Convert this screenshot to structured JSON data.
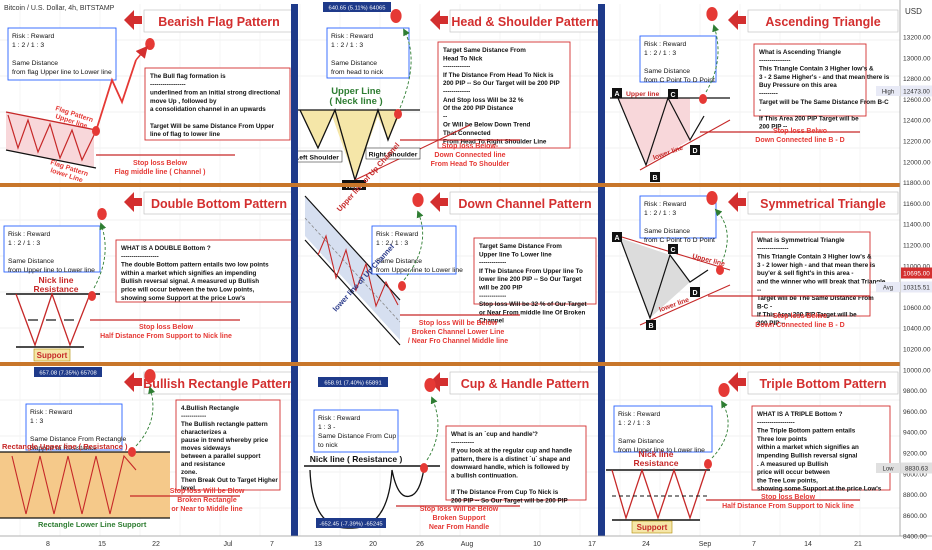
{
  "header": {
    "symbol": "Bitcoin / U.S. Dollar, 4h, BITSTAMP",
    "currency": "USD"
  },
  "price_axis": {
    "ticks": [
      "13200.00",
      "13000.00",
      "12800.00",
      "12600.00",
      "12400.00",
      "12200.00",
      "12000.00",
      "11800.00",
      "11600.00",
      "11400.00",
      "11200.00",
      "11000.00",
      "10800.00",
      "10600.00",
      "10400.00",
      "10200.00",
      "10000.00",
      "9800.00",
      "9600.00",
      "9400.00",
      "9200.00",
      "9000.00",
      "8800.00",
      "8600.00",
      "8400.00"
    ],
    "high_label": "High",
    "high_value": "12473.00",
    "last_value": "10695.00",
    "avg_label": "Avg",
    "avg_value": "10315.51",
    "low_label": "Low",
    "low_value": "8830.63"
  },
  "time_axis": {
    "labels": [
      "8",
      "15",
      "22",
      "Jul",
      "7",
      "13",
      "20",
      "26",
      "Aug",
      "10",
      "17",
      "24",
      "Sep",
      "7",
      "14",
      "21"
    ]
  },
  "chart_data": {
    "type": "table",
    "title": "",
    "grid": true,
    "panels": [
      {
        "title": "Bearish Flag Pattern",
        "risk": [
          "Risk : Reward",
          "1 : 2 / 1 : 3",
          "",
          "Same Distance",
          "from flag Upper line  to Lower line"
        ],
        "note": [
          "The Bull flag formation is",
          "-----------------",
          "underlined from an initial strong directional",
          "move Up , followed by",
          "a consolidation channel in an upwards",
          "",
          "Target Will be same Distance From Upper",
          "line of flag to lower line"
        ],
        "labels": [
          "Flag Pattern",
          "Upper line",
          "Flag Pattern",
          "lower Line"
        ],
        "stop": [
          "Stop loss Below",
          "Flag middle line ( Channel )"
        ]
      },
      {
        "title": "Head & Shoulder Pattern",
        "risk": [
          "Risk : Reward",
          "1 : 2 / 1 : 3",
          "",
          "Same Distance",
          "from head to nick"
        ],
        "note": [
          "Target  Same Distance From",
          "Head To Nick",
          "-------------",
          "If The Distance From Head To Nick  is",
          "200 PIP -- So Our Target will be 200 PIP",
          "-------------",
          "And Stop loss Will be 32 %",
          "Of the 200 PIP Distance",
          "--",
          "Or Will be Below Down Trend",
          "That Connected",
          "From Head To Right Shoulder Line"
        ],
        "labels": [
          "Upper Line",
          "( Neck line )",
          "Left Shoulder",
          "Right Shoulder",
          "Head"
        ],
        "stop": [
          "Stop loss Below-",
          "Down Connected line",
          "From Head To Shoulder"
        ],
        "top_badge": "640.65 (5.11%) 64065"
      },
      {
        "title": "Ascending Triangle",
        "risk": [
          "Risk : Reward",
          "1 : 2 / 1 : 3",
          "",
          "Same Distance",
          "from C Point To D Point"
        ],
        "note": [
          "What is Ascending Triangle",
          "---------------",
          "This Triangle Contain 3 Higher low's &",
          "3 - 2 Same Higher's - and that mean there is",
          "Buy Pressure  on this area",
          "---------",
          "Target will be The Same Distance From B-C",
          "-",
          "If This Area 200 PIP  Target will be",
          "200 PIP --"
        ],
        "labels": [
          "Upper line",
          "lower line",
          "A",
          "B",
          "C",
          "D"
        ],
        "stop": [
          "Stop loss Belwo",
          "Down Connected line  B - D"
        ]
      },
      {
        "title": "Double Bottom Pattern",
        "risk": [
          "Risk : Reward",
          "1 : 2 / 1 : 3",
          "",
          "Same Distance",
          "from Upper line  to Lower line"
        ],
        "note": [
          "WHAT IS A DOUBLE Bottom ?",
          "------------------",
          "The double Bottom pattern entails two low points",
          "within a market which signifies an impending",
          "Bullish reversal signal. A measured up Bullish",
          "price will occur between the two Low points,",
          "showing some Support at the price Low's"
        ],
        "labels": [
          "Nick line",
          "Resistance",
          "Support"
        ],
        "stop": [
          "Stop loss Below",
          "Half Distance From Support to Nick line"
        ]
      },
      {
        "title": "Down Channel Pattern",
        "risk": [
          "Risk : Reward",
          "1 : 2 / 1 : 3",
          "",
          "Same Distance",
          "from Upper line  to Lower line"
        ],
        "note": [
          "Target  Same Distance From",
          "Upper line To Lower line",
          "-------------",
          "If The Distance From Upper line To",
          "lower line 200 PIP -- So Our Target",
          "will be 200 PIP",
          "-------------",
          "Stop loss Will be 32 % of Our Target",
          "or Near From middle line Of Broken",
          "Channel"
        ],
        "labels": [
          "Upper line of Up Channel",
          "lower line of Up Channel"
        ],
        "stop": [
          "Stop loss Will be Below",
          "Broken Channel Lower Line",
          "/ Near Fro Channel Middle line"
        ]
      },
      {
        "title": "Symmetrical Triangle",
        "risk": [
          "Risk : Reward",
          "1 : 2 / 1 : 3",
          "",
          "Same Distance",
          "from C Point To D Point"
        ],
        "note": [
          "What is Symmetrical Triangle",
          "---------------",
          "This Triangle Contain 3 Higher low's &",
          "3 - 2 lower high - and that mean there is",
          "buy'er & sell fight's in this area -",
          "and the winner who will break that Triangle",
          "--",
          "Target will be The Same Distance From",
          "B-C -",
          "If This Area 200 PIP  Target will be",
          "200 PIP --"
        ],
        "labels": [
          "Upper line",
          "lower line",
          "A",
          "B",
          "C",
          "D"
        ],
        "stop": [
          "Stop loss Belwo",
          "Down Connected line  B - D"
        ]
      },
      {
        "title": "Bullish Rectangle Pattern",
        "risk": [
          "Risk : Reward",
          "1 : 3",
          "",
          "Same Distance From Rectangle",
          "Support to Resistance"
        ],
        "note": [
          "4.Bullish Rectangle",
          "------------",
          "The Bullish rectangle pattern",
          "characterizes a",
          "pause in trend whereby price",
          "moves sideways",
          "between a parallel support",
          "and resistance",
          "zone.",
          "Then Break Out to Target Higher",
          "level"
        ],
        "labels": [
          "Rectangle Upper line ( Resistance )",
          "Rectangle Lower Line Support"
        ],
        "stop": [
          "Stop loss Will be Blow",
          "Broken Rectangle",
          "or Near to Middle line"
        ],
        "top_badge": "657.08 (7.35%) 65708"
      },
      {
        "title": "Cup & Handle Pattern",
        "risk": [
          "Risk : Reward",
          "1 : 3 -",
          "Same Distance From Cup",
          "to nick"
        ],
        "note": [
          "What is an `cup and handle'?",
          "-----------",
          "If you look at the regular cup and handle",
          "pattern, there is a distinct `u` shape and",
          "downward handle, which is followed by",
          "a bullish continuation.",
          "",
          "If The Distance From Cup To Nick  is",
          "200 PIP -- So Our Target will be 200 PIP"
        ],
        "labels": [
          "Nick line ( Resistance )"
        ],
        "stop": [
          "Stop loss Will be Below",
          "Broken Support",
          "Near From Handle"
        ],
        "top_badge": "658.91 (7.40%) 65891",
        "bottom_badge": "-652.45 (-7.39%) -65245"
      },
      {
        "title": "Triple Bottom Pattern",
        "risk": [
          "Risk : Reward",
          "1 : 2 / 1 : 3",
          "",
          "Same Distance",
          "from Upper line  to Lower line"
        ],
        "note": [
          "WHAT IS A TRIPLE Bottom ?",
          "------------------",
          "The Triple Bottom pattern entails",
          "Three low points",
          "within a market which signifies an",
          "impending Bullish reversal signal",
          ". A measured up Bullish",
          "price will occur between",
          "the Tree Low points,",
          "showing some Support at the price Low's"
        ],
        "labels": [
          "Nick line",
          "Resistance",
          "Support"
        ],
        "stop": [
          "Stop loss Below",
          "Half Distance From Support to Nick line"
        ]
      }
    ]
  },
  "colors": {
    "title_red": "#d32f2f",
    "stop_red": "#e53935",
    "box_blue": "#2962ff",
    "divider_blue": "#1e3a8a",
    "divider_orange": "#c8762a",
    "panel_bg": "#ffffff",
    "fill_pink": "#f8d7da",
    "fill_yellow": "#f5e6a8",
    "fill_rect": "#f5c98a",
    "fill_gray": "#dcdcdc",
    "fill_channel": "#d6dff0",
    "ball_red": "#e53935",
    "high_badge": "#e8eaf6",
    "last_badge": "#d32f2f",
    "low_badge": "#e0e0e0"
  }
}
